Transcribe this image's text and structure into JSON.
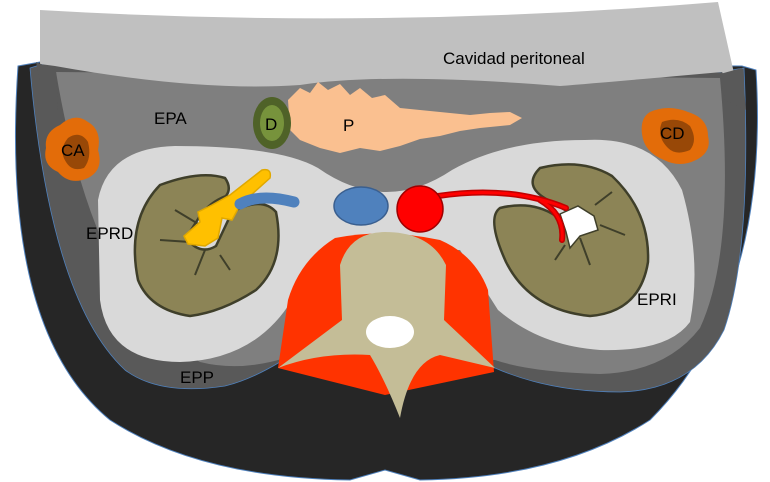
{
  "labels": {
    "peritoneal_cavity": "Cavidad peritoneal",
    "epa": "EPA",
    "duodenum": "D",
    "pancreas": "P",
    "ascending_colon": "CA",
    "descending_colon": "CD",
    "eprd": "EPRD",
    "epri": "EPRI",
    "epp": "EPP"
  },
  "colors": {
    "body_wall": "#262626",
    "posterior_fascia": "#595959",
    "anterior_space": "#7f7f7f",
    "perirenal_space": "#d9d9d9",
    "peritoneal_cavity": "#c0c0c0",
    "kidney": "#8c8456",
    "pancreas": "#fac090",
    "duodenum": "#4f6228",
    "colon": "#e36c09",
    "vein": "#4f81bd",
    "artery": "#ff0000",
    "ureter": "#ffc000",
    "vertebra": "#c4bd97",
    "psoas": "#ff3300"
  }
}
